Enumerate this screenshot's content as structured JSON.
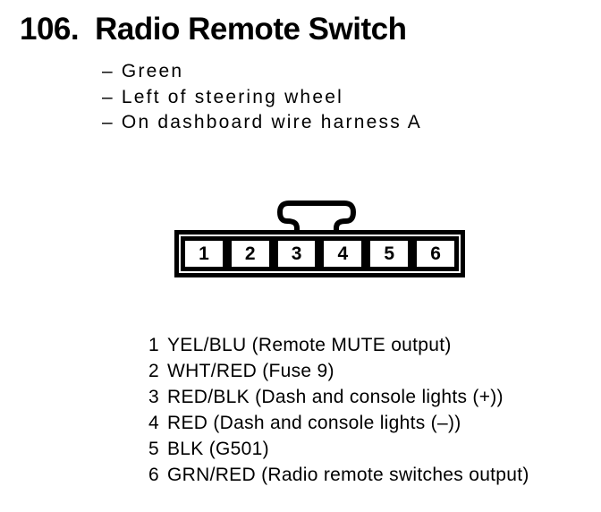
{
  "header": {
    "number": "106.",
    "title": "Radio Remote Switch"
  },
  "notes": {
    "items": [
      "– Green",
      "– Left of steering wheel",
      "– On dashboard wire harness A"
    ]
  },
  "connector": {
    "pins": [
      "1",
      "2",
      "3",
      "4",
      "5",
      "6"
    ]
  },
  "pin_list": {
    "rows": [
      {
        "pin": "1",
        "desc": "YEL/BLU (Remote MUTE output)"
      },
      {
        "pin": "2",
        "desc": "WHT/RED (Fuse 9)"
      },
      {
        "pin": "3",
        "desc": "RED/BLK (Dash and console lights (+))"
      },
      {
        "pin": "4",
        "desc": "RED (Dash and console lights (–))"
      },
      {
        "pin": "5",
        "desc": "BLK (G501)"
      },
      {
        "pin": "6",
        "desc": "GRN/RED (Radio remote switches output)"
      }
    ]
  },
  "colors": {
    "ink": "#000000",
    "paper": "#ffffff"
  }
}
